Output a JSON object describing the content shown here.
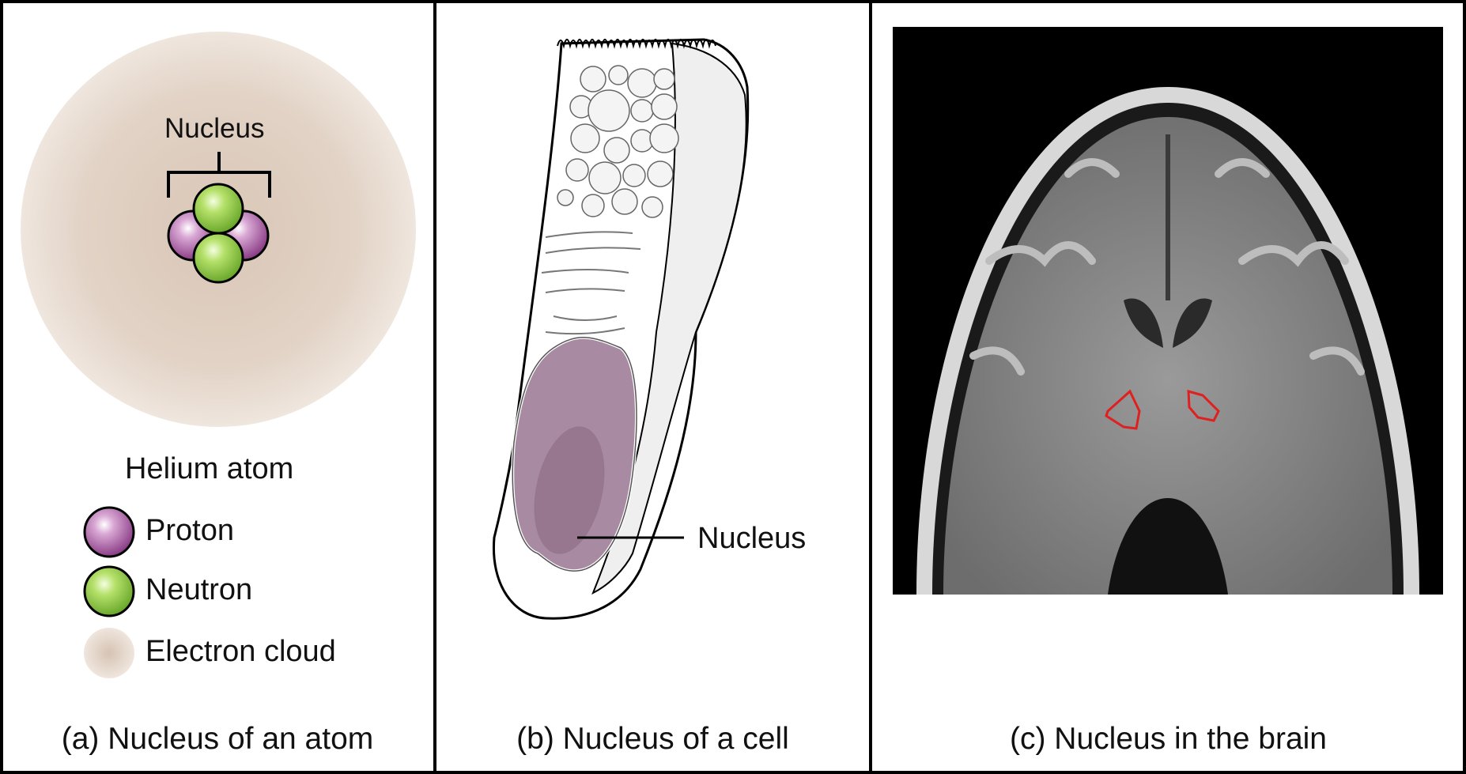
{
  "colors": {
    "border": "#000000",
    "electron_cloud": "#e4d5c9",
    "proton": "#9b4f96",
    "neutron": "#8cc63f",
    "cell_nucleus": "#a98aa3",
    "brain_outline": "#e02020"
  },
  "panel_a": {
    "nucleus_label": "Nucleus",
    "atom_title": "Helium atom",
    "legend": [
      {
        "label": "Proton",
        "icon": "proton-sphere-icon"
      },
      {
        "label": "Neutron",
        "icon": "neutron-sphere-icon"
      },
      {
        "label": "Electron cloud",
        "icon": "electron-cloud-icon"
      }
    ],
    "caption": "(a) Nucleus of an atom"
  },
  "panel_b": {
    "nucleus_label": "Nucleus",
    "caption": "(b) Nucleus of a cell"
  },
  "panel_c": {
    "caption": "(c) Nucleus in the brain"
  }
}
